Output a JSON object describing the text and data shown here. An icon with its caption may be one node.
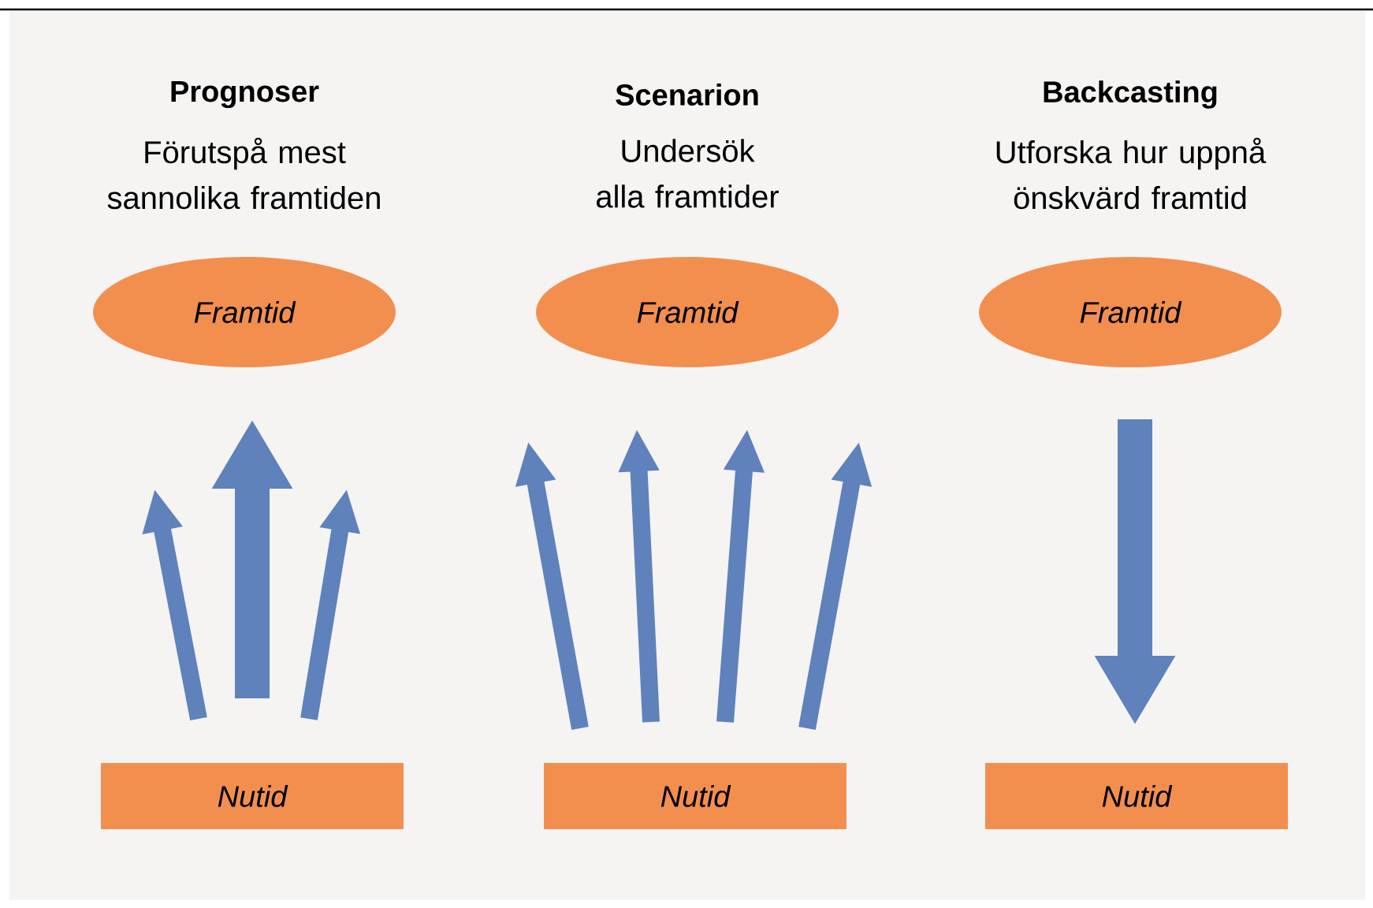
{
  "diagram": {
    "nodes": [
      {
        "text": [
          "Framtid"
        ]
      },
      {
        "text": [
          "Framtid"
        ]
      },
      {
        "text": [
          "Framtid"
        ]
      },
      {
        "text": [
          "Nutid"
        ]
      },
      {
        "text": [
          "Nutid"
        ]
      },
      {
        "text": [
          "Nutid"
        ]
      }
    ],
    "edges": [
      {
        "from": 3,
        "to": null,
        "arrow": "to"
      },
      {
        "from": 3,
        "to": 0,
        "arrow": "to",
        "style": "thick"
      },
      {
        "from": 3,
        "to": null,
        "arrow": "to"
      },
      {
        "from": 4,
        "to": null,
        "arrow": "to"
      },
      {
        "from": 4,
        "to": 1,
        "arrow": "to"
      },
      {
        "from": 4,
        "to": 1,
        "arrow": "to"
      },
      {
        "from": 4,
        "to": null,
        "arrow": "to"
      },
      {
        "from": 2,
        "to": 5,
        "arrow": "to",
        "style": "thick"
      }
    ],
    "labels": [
      "Prognoser",
      "Förutspå mest sannolika framtiden",
      "Scenarion",
      "Undersök alla framtider",
      "Backcasting",
      "Utforska hur uppnå önskvärd framtid"
    ]
  }
}
